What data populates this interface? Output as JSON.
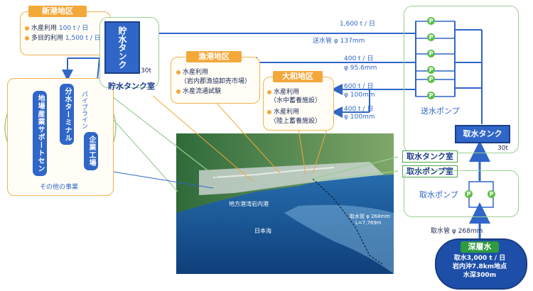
{
  "niigata": {
    "title": "新港地区",
    "item1": "水産利用",
    "item1_value": "100 t / 日",
    "item2": "多目的利用",
    "item2_value": "1,500 t / 日",
    "tank": "貯水タンク",
    "tank_capacity": "30t",
    "tank_room": "貯水タンク室",
    "pipeline": "パイプライン",
    "support_center": "地場産業サポートセンター",
    "terminal": "分水ターミナル",
    "factory": "企業工場",
    "other": "その他の事業"
  },
  "gyoko": {
    "title": "漁港地区",
    "item1": "水産利用",
    "item1_sub": "（岩内郡漁協卸売市場）",
    "item2": "水産流通試験"
  },
  "yamato": {
    "title": "大和地区",
    "item1": "水産利用",
    "item1_sub": "（水中蓄養施設）",
    "item2": "水産利用",
    "item2_sub": "（陸上蓄養施設）"
  },
  "flows": {
    "f1_rate": "1,600 t / 日",
    "f1_pipe": "送水管 φ 137mm",
    "f2_rate": "400 t / 日",
    "f2_pipe": "φ 95.6mm",
    "f3_rate": "600 t / 日",
    "f3_pipe": "φ 100mm",
    "f4_rate": "400 t / 日",
    "f4_pipe": "φ 100mm"
  },
  "right": {
    "send_pump": "送水ポンプ",
    "intake_tank": "取水タンク",
    "intake_tank_capacity": "30t",
    "intake_tank_room": "取水タンク室",
    "intake_pump_room": "取水ポンプ室",
    "intake_pump": "取水ポンプ",
    "intake_pipe": "取水管 φ 268mm",
    "pump_label": "P"
  },
  "deep": {
    "title": "深層水",
    "line1": "取水3,000 t / 日",
    "line2": "岩内沖7.8km地点",
    "line3": "水深300m"
  },
  "map": {
    "port_label": "地方港湾岩内港",
    "sea_label": "日本海",
    "pipe_label1": "取水管 φ 268mm",
    "pipe_label2": "L=7,769m"
  },
  "colors": {
    "orange": "#f3a83a",
    "blue": "#2f66c8",
    "green": "#5fbf4a",
    "sea": "#1d5fa3"
  }
}
